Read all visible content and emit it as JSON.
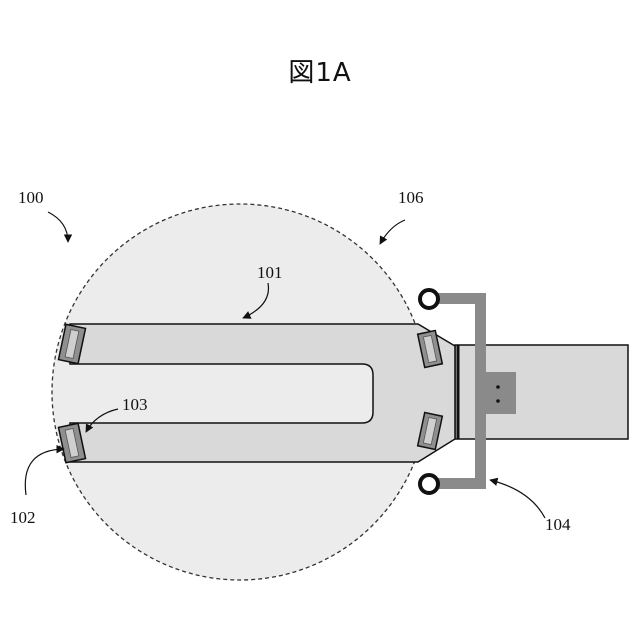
{
  "figure": {
    "title": "図1A",
    "labels": {
      "system": "100",
      "blade": "101",
      "pad_outer": "102",
      "pad_inner": "103",
      "arm": "104",
      "region": "106"
    }
  }
}
